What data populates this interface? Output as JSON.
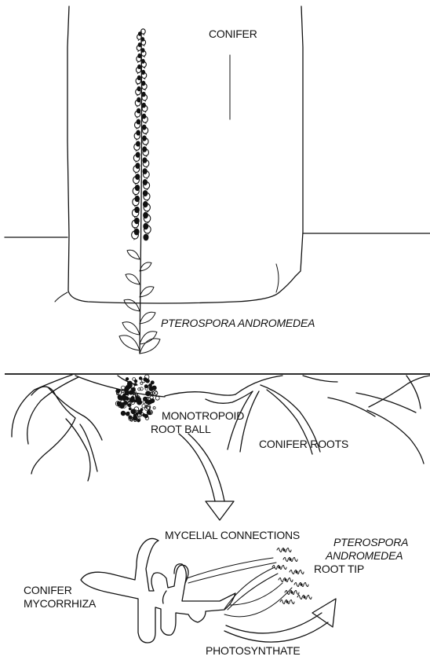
{
  "labels": {
    "conifer": "CONIFER",
    "pterospora_andromedea": "PTEROSPORA ANDROMEDEA",
    "monotropoid_line1": "MONOTROPOID",
    "monotropoid_line2": "ROOT BALL",
    "conifer_roots": "CONIFER ROOTS",
    "mycelial_connections": "MYCELIAL CONNECTIONS",
    "root_tip_line1": "PTEROSPORA",
    "root_tip_line2": "ANDROMEDEA",
    "root_tip_line3": "ROOT TIP",
    "conifer_mycorrhiza_line1": "CONIFER",
    "conifer_mycorrhiza_line2": "MYCORRHIZA",
    "photosynthate": "PHOTOSYNTHATE"
  },
  "colors": {
    "ink": "#111111",
    "paper": "#ffffff"
  }
}
